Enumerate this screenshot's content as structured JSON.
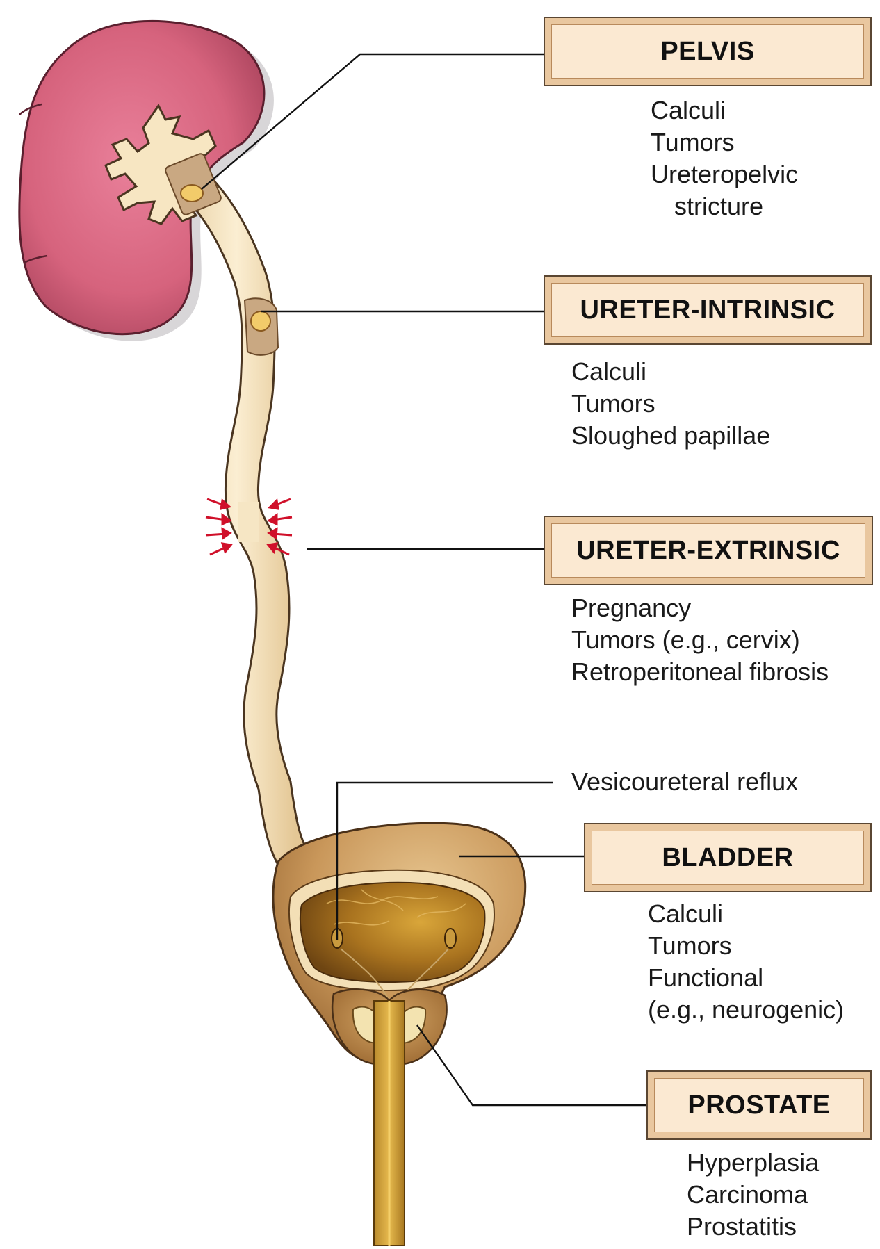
{
  "sites": {
    "pelvis": {
      "label": "PELVIS",
      "causes": [
        "Calculi",
        "Tumors",
        "Ureteropelvic",
        "stricture"
      ]
    },
    "ureter_intrinsic": {
      "label": "URETER-INTRINSIC",
      "causes": [
        "Calculi",
        "Tumors",
        "Sloughed papillae"
      ]
    },
    "ureter_extrinsic": {
      "label": "URETER-EXTRINSIC",
      "causes": [
        "Pregnancy",
        "Tumors (e.g., cervix)",
        "Retroperitoneal fibrosis"
      ]
    },
    "vesicoureteral": {
      "label": "Vesicoureteral reflux"
    },
    "bladder": {
      "label": "BLADDER",
      "causes": [
        "Calculi",
        "Tumors",
        "Functional",
        "(e.g., neurogenic)"
      ]
    },
    "prostate": {
      "label": "PROSTATE",
      "causes": [
        "Hyperplasia",
        "Carcinoma",
        "Prostatitis"
      ]
    }
  },
  "colors": {
    "kidney": "#d9667e",
    "ureter": "#f6e6c4",
    "bladder_wall": "#c89a5f",
    "bladder_lumen": "#a8701c",
    "label_box": "#fbe9d2",
    "compression_arrows": "#d0102a"
  }
}
